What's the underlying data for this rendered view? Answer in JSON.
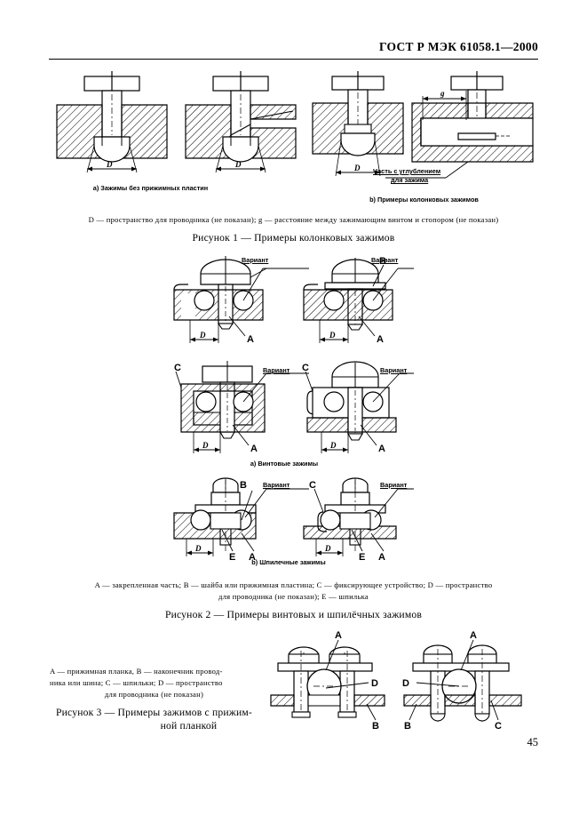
{
  "document": {
    "header_title": "ГОСТ Р МЭК 61058.1—2000",
    "page_number": "45"
  },
  "figure1": {
    "sub_caption_a": "a) Зажимы без прижимных пластин",
    "sub_caption_b": "b) Примеры колонковых зажимов",
    "callout_line1": "Часть с углублением",
    "callout_line2": "для зажима",
    "legend": "D  — пространство для проводника (не показан); g — расстояние между зажимающим винтом и стопором (не показан)",
    "caption": "Рисунок 1 — Примеры колонковых зажимов",
    "dim_labels": [
      "D",
      "D",
      "D",
      "g"
    ]
  },
  "figure2": {
    "variant_label": "Вариант",
    "sub_caption_a": "a) Винтовые зажимы",
    "sub_caption_b": "b) Шпилечные зажимы",
    "legend_line1": "A — закрепленная часть; B — шайба или прижимная пластина; C — фиксирующее устройство; D — пространство",
    "legend_line2": "для проводника (не показан); E — шпилька",
    "caption": "Рисунок 2 — Примеры винтовых и шпилёчных зажимов",
    "part_labels": [
      "A",
      "B",
      "C",
      "D",
      "E"
    ]
  },
  "figure3": {
    "legend_line1": "A — прижимная планка, B — наконечник провод-",
    "legend_line2": "ника или шина; C — шпильки; D — пространство",
    "legend_line3": "для проводника (не показан)",
    "caption_line1": "Рисунок 3 — Примеры зажимов с прижим-",
    "caption_line2": "ной планкой",
    "part_labels": [
      "A",
      "B",
      "C",
      "D"
    ]
  }
}
